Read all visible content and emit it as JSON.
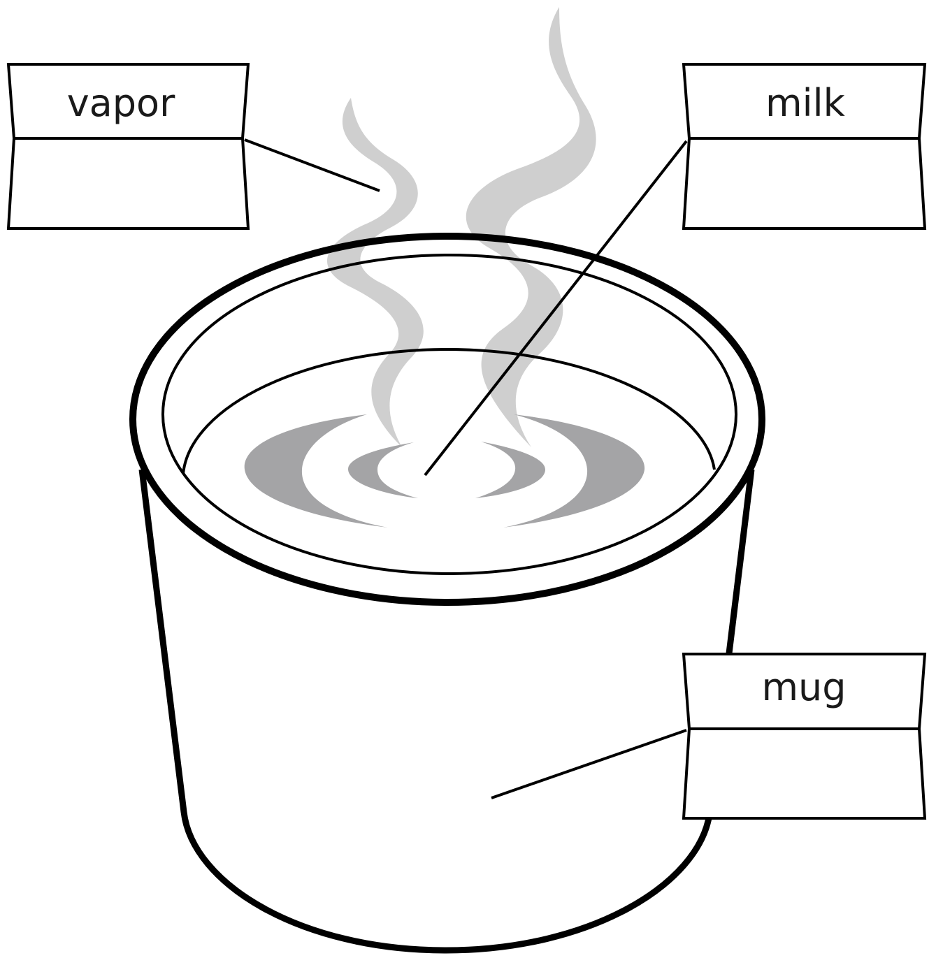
{
  "labels": {
    "vapor": "vapor",
    "milk": "milk",
    "mug": "mug"
  },
  "colors": {
    "ink": "#000000",
    "vapor_fill": "#cfcfcf",
    "ripple_fill": "#a4a4a6",
    "background": "#ffffff"
  }
}
